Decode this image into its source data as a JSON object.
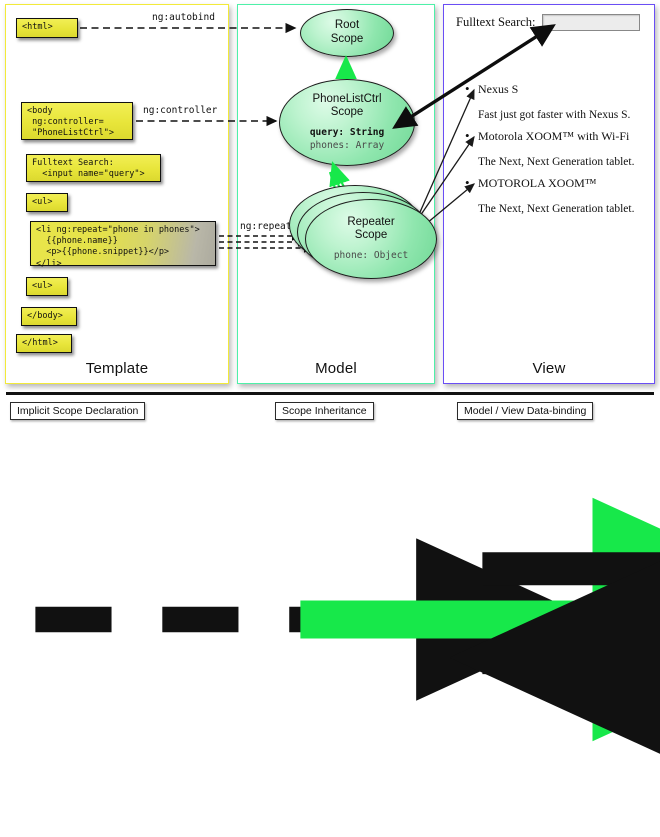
{
  "columns": [
    {
      "name": "template",
      "label": "Template",
      "color": "#f2ea3a"
    },
    {
      "name": "model",
      "label": "Model",
      "color": "#4ef0a8"
    },
    {
      "name": "view",
      "label": "View",
      "color": "#6a4ef5"
    }
  ],
  "template": {
    "boxes": [
      {
        "id": "html",
        "code": "<html>"
      },
      {
        "id": "body",
        "code": "<body\n ng:controller=\n \"PhoneListCtrl\">"
      },
      {
        "id": "search",
        "code": "Fulltext Search:\n  <input name=\"query\">"
      },
      {
        "id": "ul1",
        "code": "<ul>"
      },
      {
        "id": "li",
        "code": "<li ng:repeat=\"phone in phones\">\n  {{phone.name}}\n  <p>{{phone.snippet}}</p>\n</li>"
      },
      {
        "id": "ul2",
        "code": "<ul>"
      },
      {
        "id": "bodyclose",
        "code": "</body>"
      },
      {
        "id": "htmlclose",
        "code": "</html>"
      }
    ]
  },
  "connectors": {
    "autobind_label": "ng:autobind",
    "controller_label": "ng:controller",
    "repeat_label": "ng:repeat"
  },
  "model": {
    "scopes": [
      {
        "id": "root",
        "title_line1": "Root",
        "title_line2": "Scope",
        "props": []
      },
      {
        "id": "phonelistctrl",
        "title_line1": "PhoneListCtrl",
        "title_line2": "Scope",
        "props": [
          {
            "text": "query: String",
            "emphasis": "strong"
          },
          {
            "text": "phones: Array",
            "emphasis": "dim"
          }
        ]
      },
      {
        "id": "repeater",
        "title_line1": "Repeater",
        "title_line2": "Scope",
        "props": [
          {
            "text": "phone: Object",
            "emphasis": "dim"
          }
        ]
      }
    ],
    "repeater_stack_count": 3
  },
  "view": {
    "search_label": "Fulltext Search:",
    "search_value": "",
    "search_placeholder": "",
    "phones": [
      {
        "name": "Nexus S",
        "snippet": "Fast just got faster with Nexus S."
      },
      {
        "name": "Motorola XOOM™  with Wi-Fi",
        "snippet": "The Next, Next Generation tablet."
      },
      {
        "name": "MOTOROLA XOOM™",
        "snippet": "The Next, Next Generation tablet."
      }
    ]
  },
  "legend": [
    {
      "id": "implicit",
      "label": "Implicit Scope Declaration",
      "arrow": "dashed-black"
    },
    {
      "id": "inheritance",
      "label": "Scope Inheritance",
      "arrow": "solid-green"
    },
    {
      "id": "databinding",
      "label": "Model / View Data-binding",
      "arrow": "double-black"
    }
  ],
  "colors": {
    "template_border": "#f2ea3a",
    "model_border": "#4ef0a8",
    "view_border": "#6a4ef5",
    "code_fill": "#e8e53a",
    "scope_fill": "#8fe6ae",
    "inheritance_arrow": "#17e84a",
    "line": "#111111"
  }
}
